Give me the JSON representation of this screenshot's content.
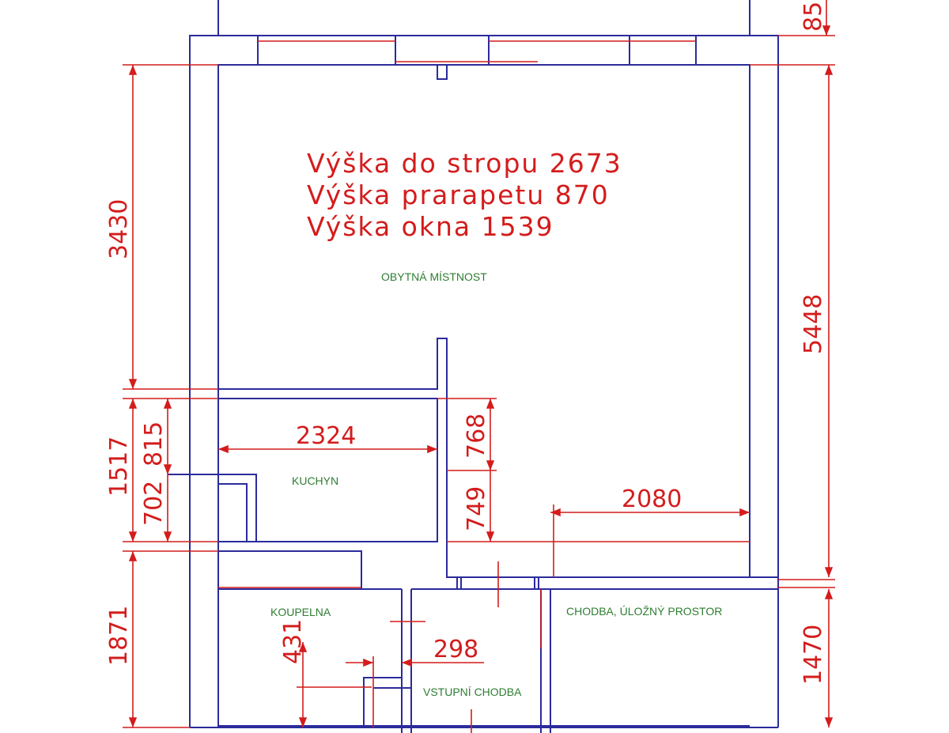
{
  "notes": {
    "ceiling_height": "Výška do stropu 2673",
    "parapet_height": "Výška prarapetu 870",
    "window_height": "Výška okna 1539"
  },
  "rooms": {
    "living_room": "OBYTNÁ MÍSTNOST",
    "kitchen": "KUCHYN",
    "bathroom": "KOUPELNA",
    "hall_storage": "CHODBA, ÚLOŽNÝ PROSTOR",
    "entrance_hall": "VSTUPNÍ CHODBA"
  },
  "dimensions": {
    "top_right": "85",
    "living_height": "3430",
    "kitchen_height": "1517",
    "lower_left": "1871",
    "kitchen_upper": "815",
    "kitchen_lower": "702",
    "kitchen_width": "2324",
    "partition_upper": "768",
    "partition_lower": "749",
    "hall_width": "2080",
    "right_total": "5448",
    "right_lower": "1470",
    "bath_dim": "431",
    "door_dim": "298"
  },
  "colors": {
    "wall": "#2b2b9c",
    "dimension": "#d41c1c",
    "room_label": "#2e7d32"
  }
}
